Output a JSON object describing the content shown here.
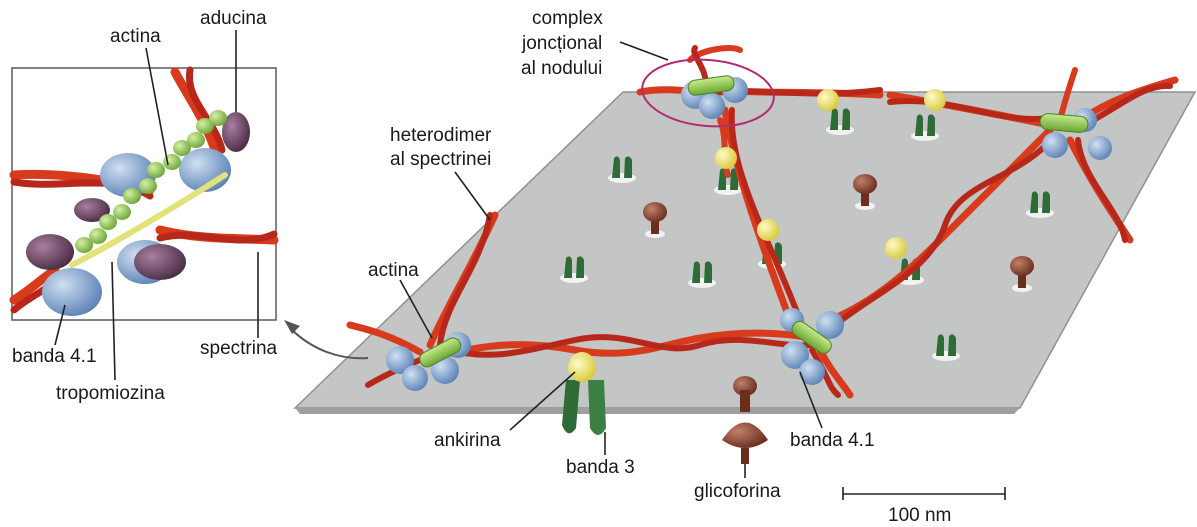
{
  "labels": {
    "aducina": "aducina",
    "actina_inset": "actina",
    "complex_l1": "complex",
    "complex_l2": "joncțional",
    "complex_l3": "al nodului",
    "heterodimer_l1": "heterodimer",
    "heterodimer_l2": "al spectrinei",
    "actina_main": "actina",
    "spectrina": "spectrina",
    "banda41_inset": "banda 4.1",
    "tropomiozina": "tropomiozina",
    "ankirina": "ankirina",
    "banda3": "banda 3",
    "glicoforina": "glicoforina",
    "banda41_main": "banda 4.1",
    "scale": "100 nm"
  },
  "colors": {
    "membrane": "#c3c6c4",
    "spectrin": "#d83a1e",
    "actin": "#9ccf5a",
    "band41": "#86a9cf",
    "ankyrin": "#f0e770",
    "band3": "#2f6b36",
    "glycophorin": "#7a3a28",
    "adducin": "#6e4a66",
    "highlight": "#b32a6e"
  }
}
